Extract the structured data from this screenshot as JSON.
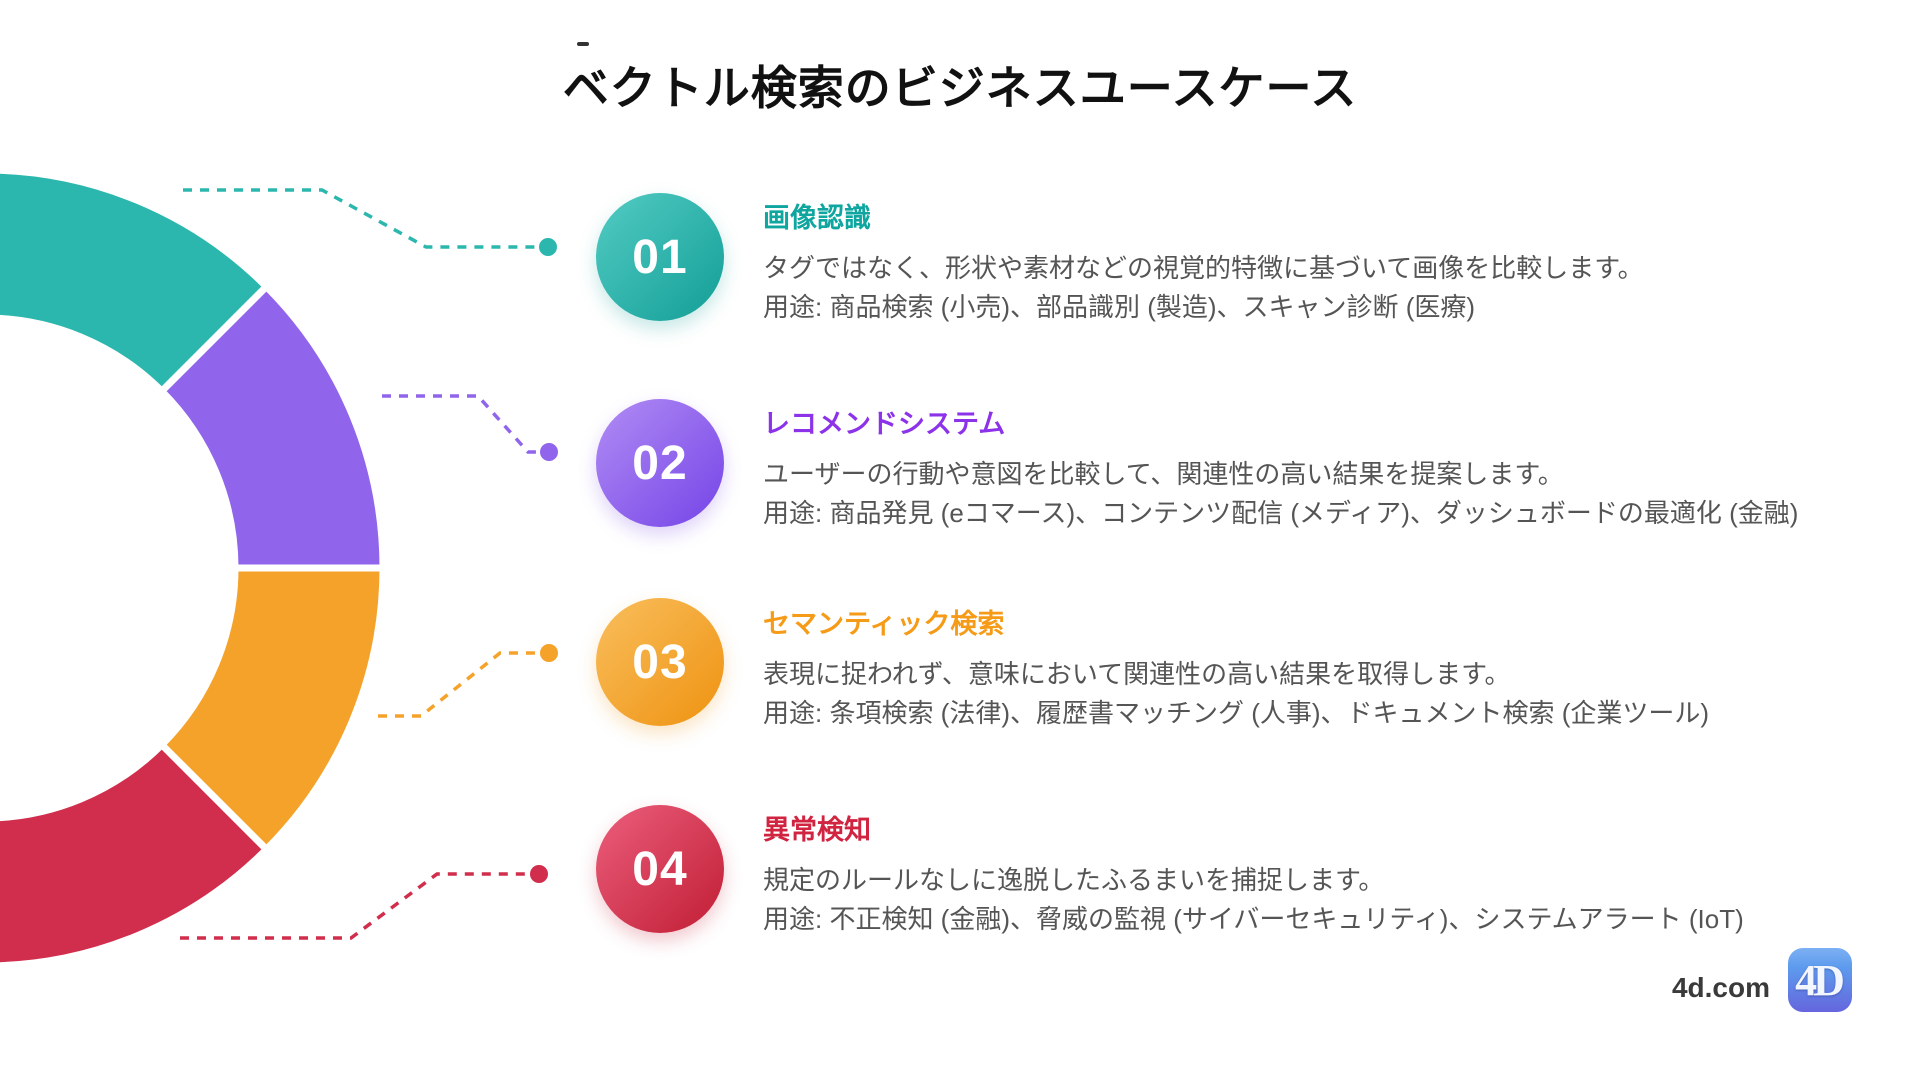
{
  "title": "ベクトル検索のビジネスユースケース",
  "items": [
    {
      "number": "01",
      "heading": "画像認識",
      "line1": "タグではなく、形状や素材などの視覚的特徴に基づいて画像を比較します。",
      "line2": "用途: 商品検索 (小売)、部品識別 (製造)、スキャン診断 (医療)",
      "color": "#2bb7ae"
    },
    {
      "number": "02",
      "heading": "レコメンドシステム",
      "line1": "ユーザーの行動や意図を比較して、関連性の高い結果を提案します。",
      "line2": "用途: 商品発見 (eコマース)、コンテンツ配信 (メディア)、ダッシュボードの最適化 (金融)",
      "color": "#9065ec"
    },
    {
      "number": "03",
      "heading": "セマンティック検索",
      "line1": "表現に捉われず、意味において関連性の高い結果を取得します。",
      "line2": "用途: 条項検索 (法律)、履歴書マッチング (人事)、ドキュメント検索 (企業ツール)",
      "color": "#f5a22b"
    },
    {
      "number": "04",
      "heading": "異常検知",
      "line1": "規定のルールなしに逸脱したふるまいを捕捉します。",
      "line2": "用途: 不正検知 (金融)、脅威の監視 (サイバーセキュリティ)、システムアラート (IoT)",
      "color": "#d02e4c"
    }
  ],
  "donut": {
    "type": "quarter-segments-half-donut",
    "segments": [
      {
        "label": "01",
        "color": "#2bb7ae",
        "share": 25
      },
      {
        "label": "02",
        "color": "#9065ec",
        "share": 25
      },
      {
        "label": "03",
        "color": "#f5a22b",
        "share": 25
      },
      {
        "label": "04",
        "color": "#d02e4c",
        "share": 25
      }
    ]
  },
  "footer": {
    "site": "4d.com",
    "logo_text": "4D"
  }
}
